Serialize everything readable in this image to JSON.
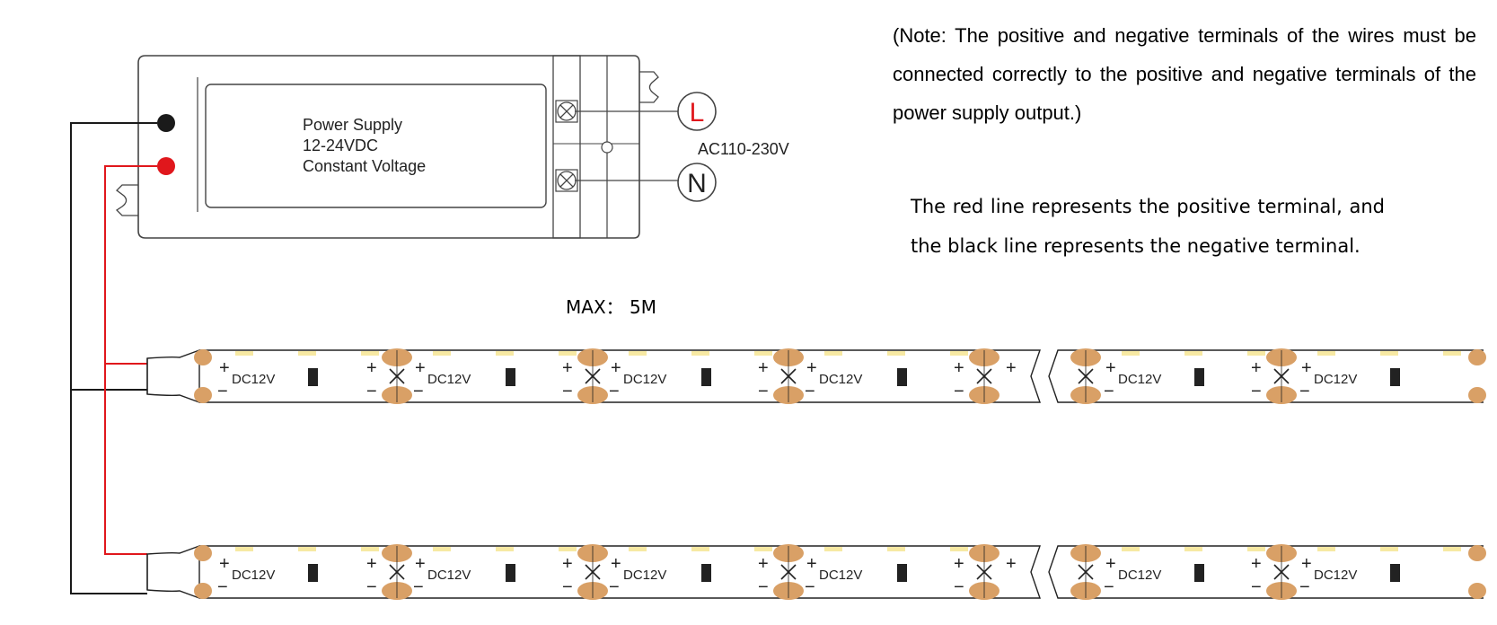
{
  "note_text": "(Note: The positive and negative terminals of the wires must be connected correctly to the positive and negative terminals of the power supply output.)",
  "legend_text": "The red line represents the positive terminal, and the black line represents the negative terminal.",
  "max_length_label": "MAX： 5M",
  "power_supply": {
    "label_line1": "Power Supply",
    "label_line2": "12-24VDC",
    "label_line3": "Constant Voltage",
    "input_label": "AC110-230V",
    "terminal_live": "L",
    "terminal_neutral": "N"
  },
  "strip": {
    "segment_label": "DC12V",
    "plus_sign": "+",
    "minus_sign": "−"
  },
  "colors": {
    "positive_wire": "#e0171c",
    "negative_wire": "#1a1a1a",
    "pad": "#d9a066",
    "led": "#f7e9a3"
  }
}
